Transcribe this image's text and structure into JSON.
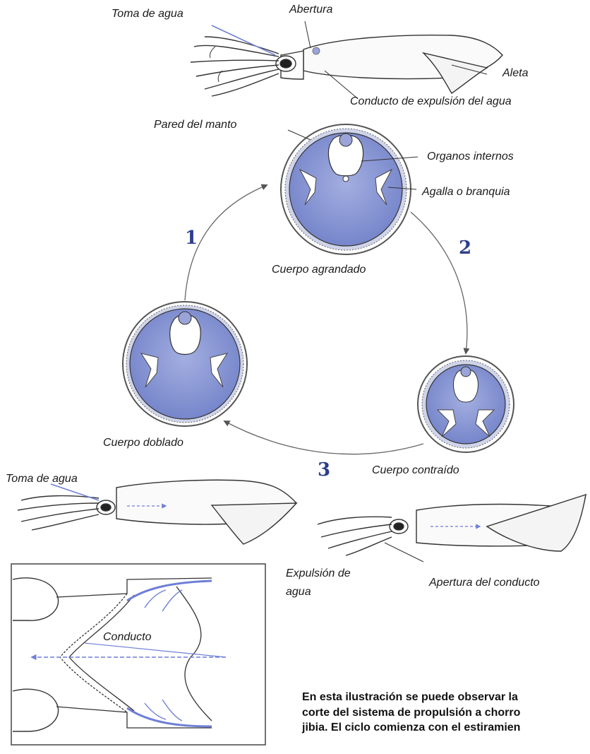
{
  "labels": {
    "toma_agua_top": "Toma de agua",
    "abertura": "Abertura",
    "aleta": "Aleta",
    "conducto_expulsion": "Conducto de expulsión del agua",
    "pared_manto": "Pared del manto",
    "organos_internos": "Organos internos",
    "agalla": "Agalla o branquia",
    "cuerpo_agrandado": "Cuerpo agrandado",
    "cuerpo_doblado": "Cuerpo doblado",
    "cuerpo_contraido": "Cuerpo contraído",
    "toma_agua_bottom": "Toma de agua",
    "expulsion_line1": "Expulsión de",
    "expulsion_line2": "agua",
    "apertura_conducto": "Apertura del conducto",
    "conducto": "Conducto"
  },
  "steps": [
    "1",
    "2",
    "3"
  ],
  "caption": "En esta ilustración se puede observar la\ncorte del sistema de propulsión a chorro\njibia. El ciclo comienza con el estiramien",
  "colors": {
    "body_fill": "#7f8fcf",
    "body_fill_light": "#a9b4e2",
    "mantle_ring": "#5a5a6e",
    "step_number": "#2b3f8c",
    "water_line": "#6f7fd6",
    "ink": "#333333"
  }
}
